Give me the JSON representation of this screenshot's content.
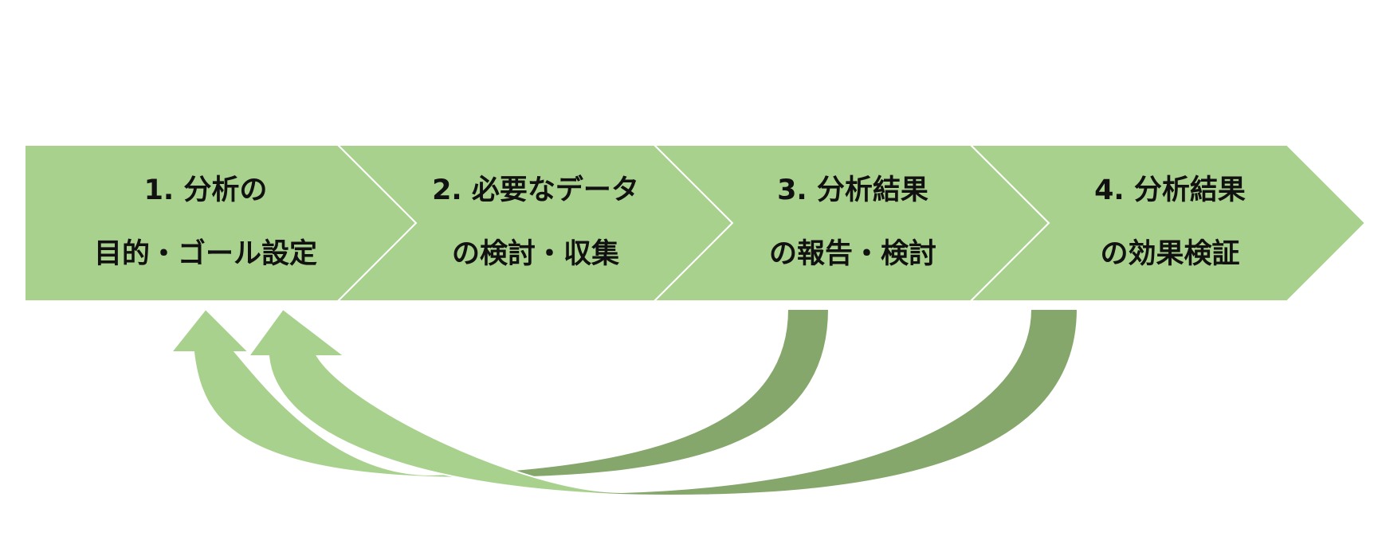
{
  "colors": {
    "chevron_fill": "#a9d18e",
    "chevron_edge": "#ffffff",
    "return_arrow_head": "#a9d18e",
    "return_arrow_tail": "#85a76c",
    "text": "#111111"
  },
  "steps": [
    {
      "line1": "1. 分析の",
      "line2": "目的・ゴール設定"
    },
    {
      "line1": "2. 必要なデータ",
      "line2": "の検討・収集"
    },
    {
      "line1": "3. 分析結果",
      "line2": "の報告・検討"
    },
    {
      "line1": "4. 分析結果",
      "line2": "の効果検証"
    }
  ],
  "feedback_arrows": [
    {
      "from_step": 3,
      "to_step": 1
    },
    {
      "from_step": 4,
      "to_step": 1
    }
  ]
}
